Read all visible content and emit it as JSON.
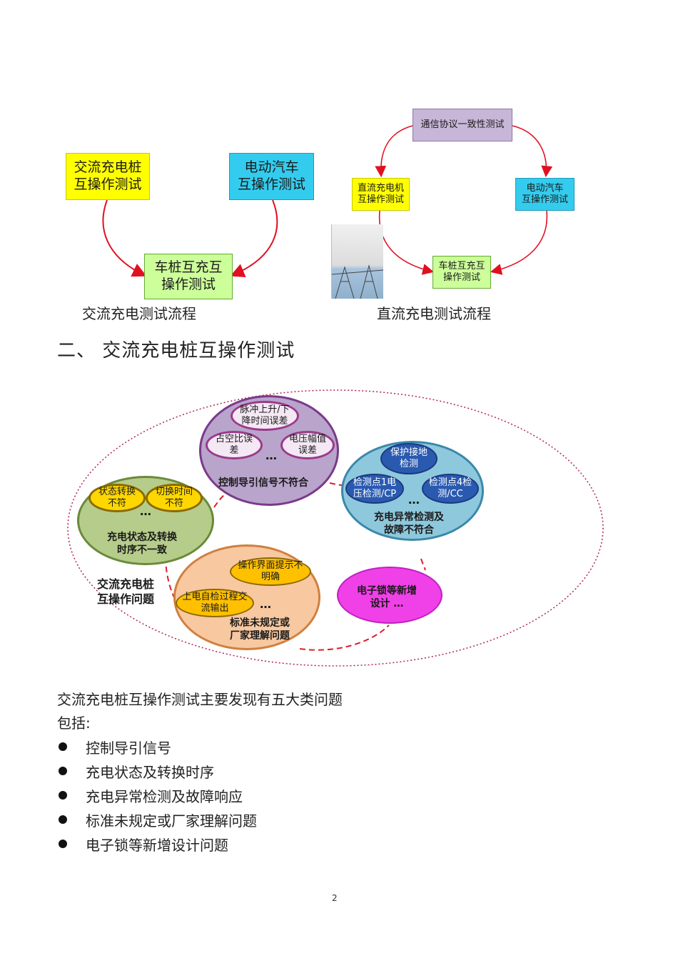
{
  "ac_flow": {
    "box_left": "交流充电桩\n互操作测试",
    "box_right": "电动汽车\n互操作测试",
    "box_bottom": "车桩互充互\n操作测试",
    "caption": "交流充电测试流程"
  },
  "dc_flow": {
    "box_top": "通信协议一致性测试",
    "box_left": "直流充电机\n互操作测试",
    "box_right": "电动汽车\n互操作测试",
    "box_bottom": "车桩互充互\n操作测试",
    "caption": "直流充电测试流程"
  },
  "section_heading": "二、 交流充电桩互操作测试",
  "diagram": {
    "center_label": "交流充电桩\n互操作问题",
    "cluster_control": {
      "title": "控制导引信号不符合",
      "items": [
        "脉冲上升/下\n降时间误差",
        "占空比误\n差",
        "电压幅值\n误差"
      ],
      "ellipsis": "…"
    },
    "cluster_detect": {
      "title": "充电异常检测及\n故障不符合",
      "items": [
        "保护接地\n检测",
        "检测点1电\n压检测/CP",
        "检测点4检\n测/CC"
      ],
      "ellipsis": "…"
    },
    "cluster_state": {
      "title": "充电状态及转换\n时序不一致",
      "items": [
        "状态转换\n不符",
        "切换时间\n不符"
      ],
      "ellipsis": "…"
    },
    "cluster_standard": {
      "title": "标准未规定或\n厂家理解问题",
      "items": [
        "操作界面提示不\n明确",
        "上电自检过程交\n流输出"
      ],
      "ellipsis": "…"
    },
    "cluster_lock": {
      "title": "电子锁等新增\n设计  …"
    }
  },
  "summary_line1": "交流充电桩互操作测试主要发现有五大类问题",
  "summary_line2": "包括:",
  "bullets": [
    "控制导引信号",
    "充电状态及转换时序",
    "充电异常检测及故障响应",
    "标准未规定或厂家理解问题",
    "电子锁等新增设计问题"
  ],
  "page_number": "2",
  "colors": {
    "yellow": "#ffff00",
    "cyan": "#33ccee",
    "green": "#ccff99",
    "purple": "#c8b6d8",
    "arrow_red": "#e01020"
  }
}
